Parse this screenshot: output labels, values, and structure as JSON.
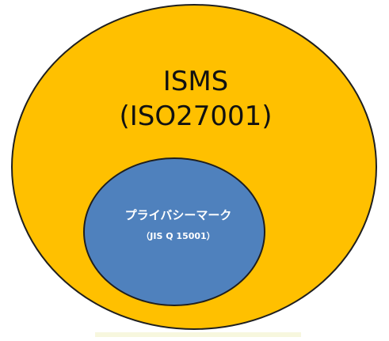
{
  "diagram": {
    "outer": {
      "title": "ISMS",
      "subtitle": "(ISO27001)",
      "color": "#FFC000"
    },
    "inner": {
      "title": "プライバシーマーク",
      "subtitle": "（JIS Q 15001）",
      "color": "#4F81BD"
    }
  }
}
